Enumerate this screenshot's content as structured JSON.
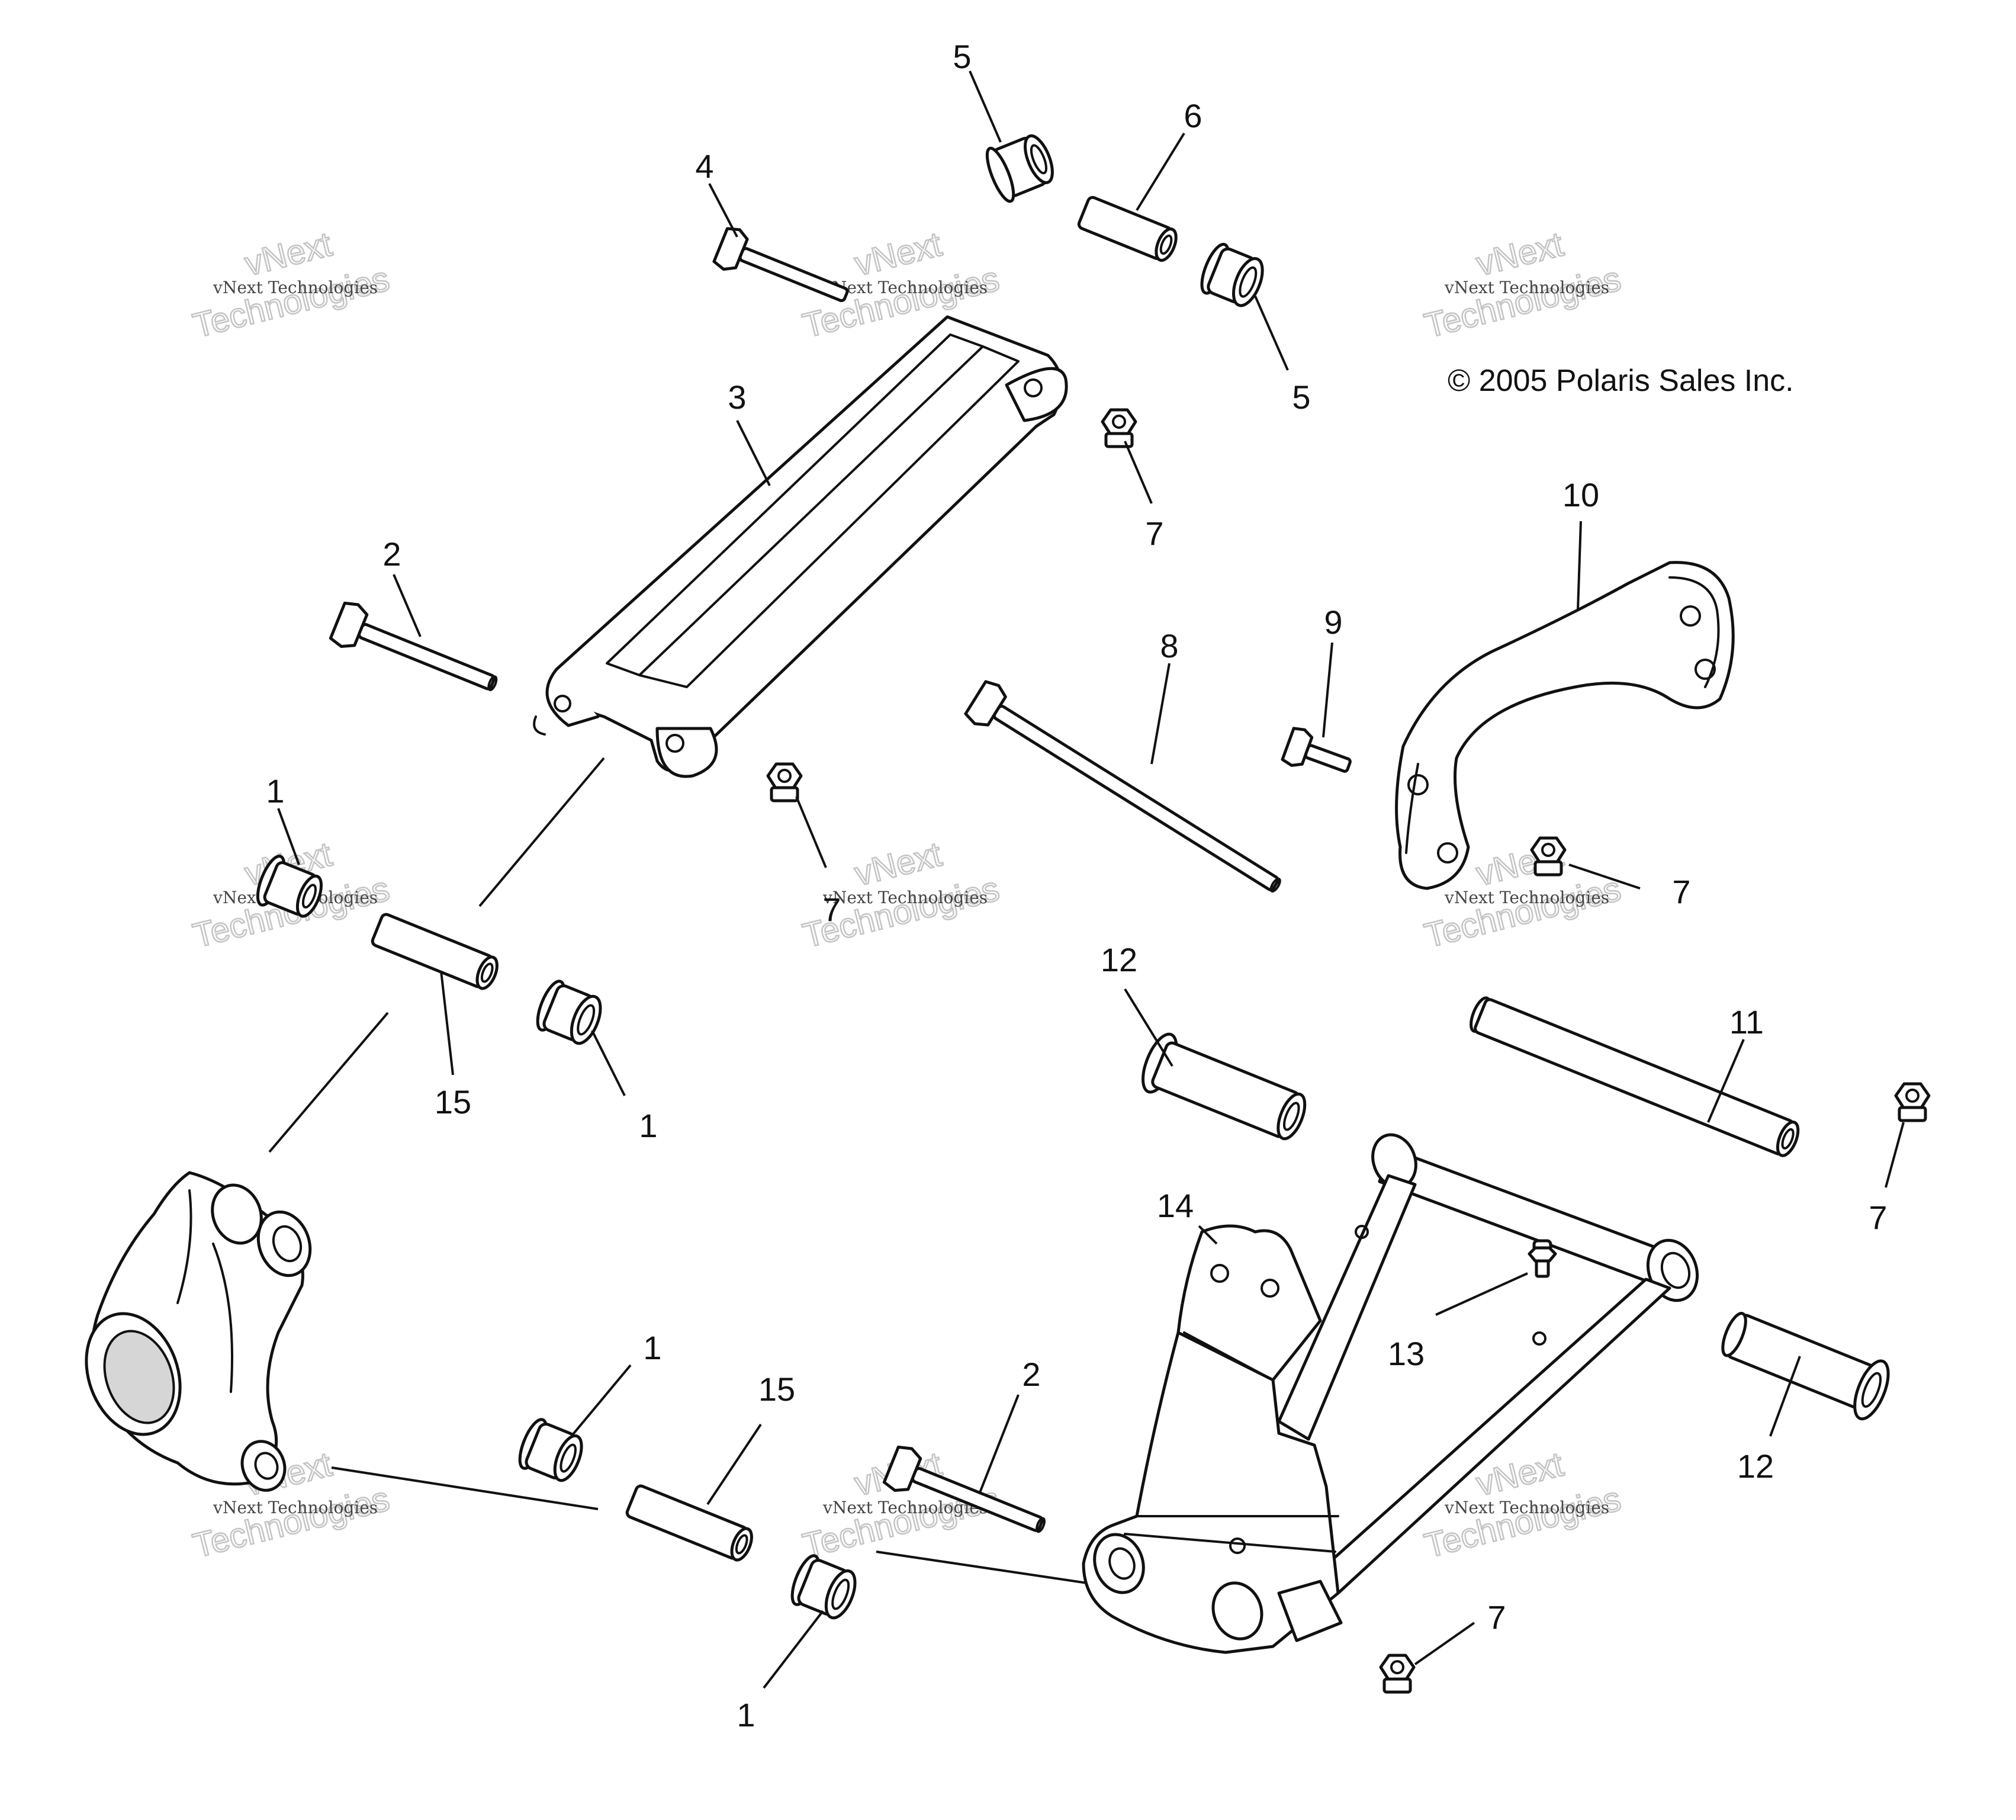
{
  "copyright": "© 2005 Polaris Sales Inc.",
  "watermark": {
    "line_small": "vNext Technologies",
    "line_big_1": "vNext",
    "line_big_2": "Technologies"
  },
  "callouts": {
    "c5a": "5",
    "c6": "6",
    "c4": "4",
    "c5b": "5",
    "c3": "3",
    "c7a": "7",
    "c2a": "2",
    "c10": "10",
    "c9": "9",
    "c8": "8",
    "c1a": "1",
    "c7b": "7",
    "c7c": "7",
    "c15a": "15",
    "c1b": "1",
    "c12a": "12",
    "c11": "11",
    "c7d": "7",
    "c14": "14",
    "c13": "13",
    "c1c": "1",
    "c15b": "15",
    "c2b": "2",
    "c12b": "12",
    "c7e": "7",
    "c1d": "1"
  },
  "colors": {
    "line": "#111111",
    "background": "#ffffff",
    "watermark": "#c4c4c4"
  }
}
